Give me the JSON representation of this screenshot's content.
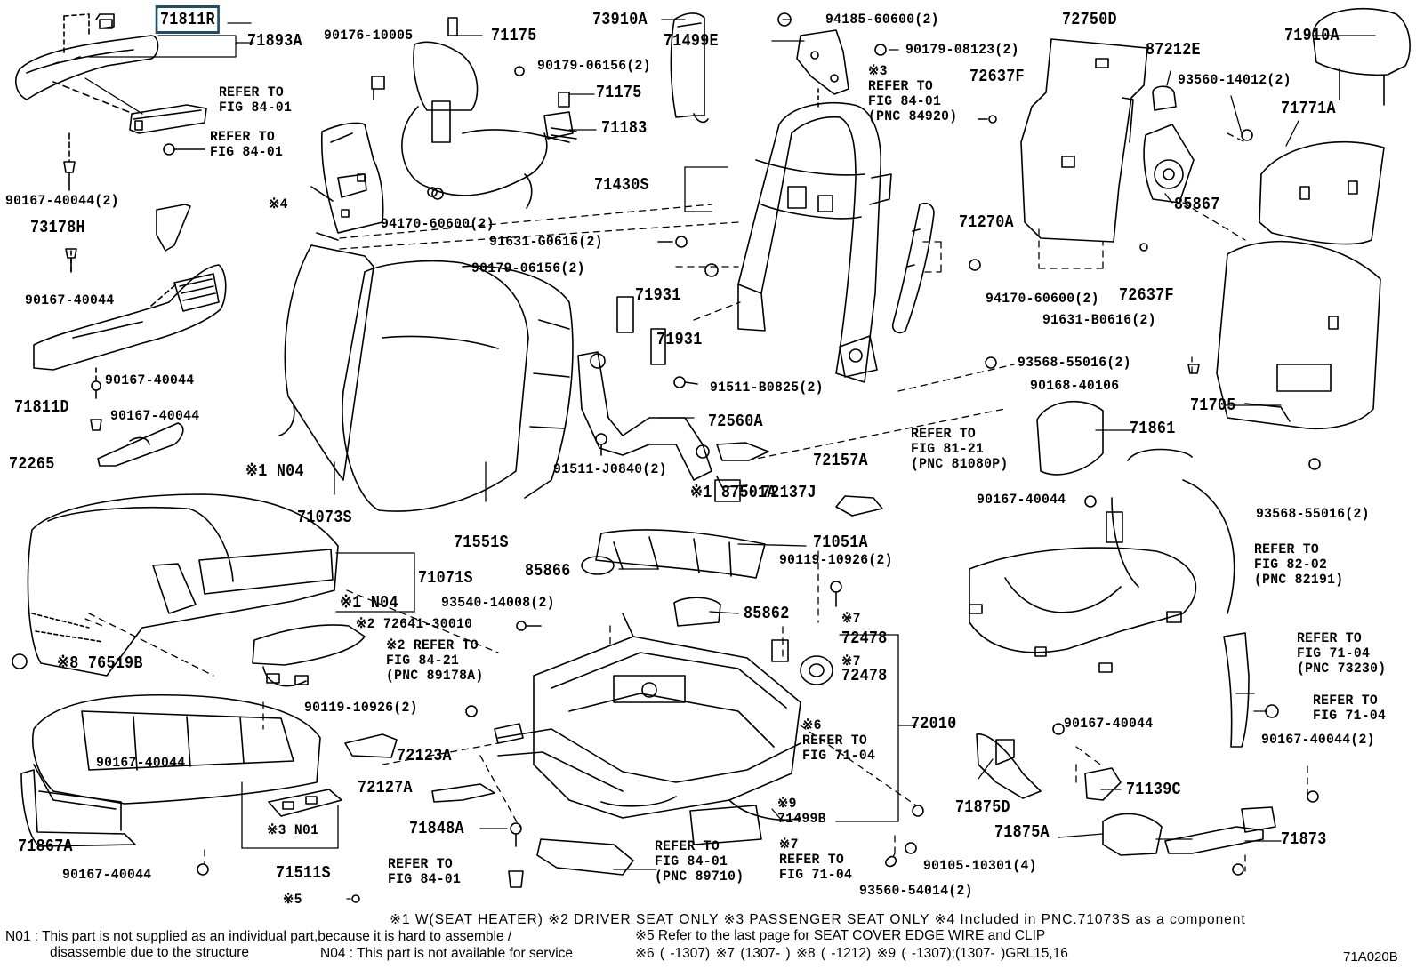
{
  "diagram_title_code": "71A020B",
  "highlighted_part": "71811R",
  "part_labels": [
    "71811R",
    "71893A",
    "90176-10005",
    "71175",
    "90179-06156(2)",
    "71175",
    "71183",
    "REFER TO\nFIG 84-01",
    "REFER TO\nFIG 84-01",
    "90167-40044(2)",
    "※4",
    "94170-60600(2)",
    "73178H",
    "90167-40044",
    "71811D",
    "90167-40044",
    "90167-40044",
    "72265",
    "73910A",
    "71499E",
    "94185-60600(2)",
    "90179-08123(2)",
    "※3\nREFER TO\nFIG 84-01\n(PNC 84920)",
    "72750D",
    "87212E",
    "71910A",
    "72637F",
    "93560-14012(2)",
    "71771A",
    "85867",
    "71430S",
    "91631-G0616(2)",
    "90179-06156(2)",
    "71931",
    "71931",
    "71270A",
    "94170-60600(2)",
    "72637F",
    "91631-B0616(2)",
    "91511-B0825(2)",
    "72560A",
    "91511-J0840(2)",
    "93568-55016(2)",
    "90168-40106",
    "REFER TO\nFIG 81-21\n(PNC 81080P)",
    "71705",
    "71861",
    "90167-40044",
    "93568-55016(2)",
    "※1 N04",
    "71073S",
    "71551S",
    "※1 87501A",
    "72137J",
    "72157A",
    "71051A",
    "90119-10926(2)",
    "85866",
    "85862",
    "93540-14008(2)",
    "71071S",
    "※1 N04",
    "※2 72641-30010",
    "※2 REFER TO\nFIG 84-21\n(PNC 89178A)",
    "※7",
    "72478",
    "※7",
    "72478",
    "REFER TO\nFIG 82-02\n(PNC 82191)",
    "※8 76519B",
    "90119-10926(2)",
    "72123A",
    "※6\nREFER TO\nFIG 71-04",
    "72010",
    "72127A",
    "90167-40044",
    "REFER TO\nFIG 71-04\n(PNC 73230)",
    "REFER TO\nFIG 71-04",
    "90167-40044(2)",
    "71875D",
    "71139C",
    "※9\n71499B",
    "71848A",
    "※7\nREFER TO\nFIG 71-04",
    "90105-10301(4)",
    "71875A",
    "71873",
    "REFER TO\nFIG 84-01",
    "REFER TO\nFIG 84-01\n(PNC 89710)",
    "93560-54014(2)",
    "90167-40044",
    "71867A",
    "90167-40044",
    "※3 N01",
    "71511S",
    "※5"
  ],
  "footnotes": {
    "line1": "※1 W(SEAT HEATER) ※2 DRIVER SEAT ONLY ※3 PASSENGER SEAT ONLY ※4 Included in PNC.71073S as a component",
    "n01_a": "N01 : This part is not supplied as an individual part,because it is hard to assemble /",
    "n01_b": "disassemble due to the structure",
    "line2": "※5 Refer to the last page for SEAT COVER EDGE WIRE and CLIP",
    "n04": "N04 : This part is not available for service",
    "line3": "※6 ( -1307) ※7 (1307- ) ※8 ( -1212) ※9 ( -1307);(1307- )GRL15,16"
  }
}
